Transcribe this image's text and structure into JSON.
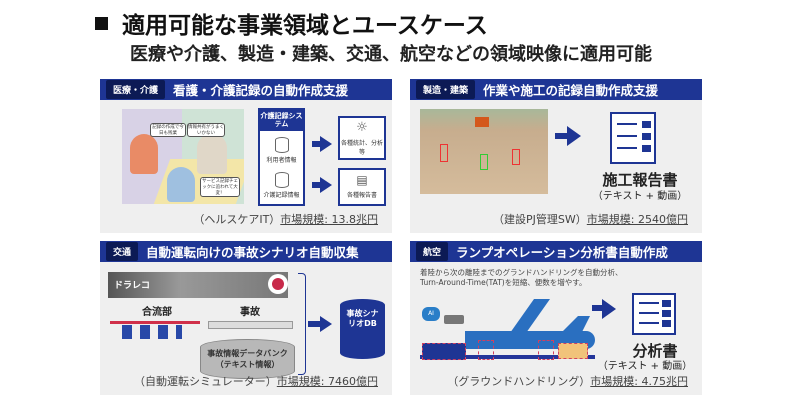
{
  "title": "適用可能な事業領域とユースケース",
  "subtitle": "医療や介護、製造・建築、交通、航空などの領域映像に適用可能",
  "panels": {
    "medical": {
      "tag": "医療・介護",
      "heading": "看護・介護記録の自動作成支援",
      "system_title": "介護記録システム",
      "db1": "利用者情報",
      "db2": "介護記録情報",
      "out1": "各種統計、分析等",
      "out2": "各種報告書",
      "bubble1": "記録の作成で今日も残業",
      "bubble2": "情報共有がうまくいかない",
      "bubble3": "サービス記録チェックに追われて大変！",
      "market_prefix": "（ヘルスケアIT）",
      "market": "市場規模: 13.8兆円"
    },
    "construction": {
      "tag": "製造・建築",
      "heading": "作業や施工の記録自動作成支援",
      "doc_title": "施工報告書",
      "doc_sub": "（テキスト + 動画）",
      "market_prefix": "（建設PJ管理SW）",
      "market": "市場規模: 2540億円"
    },
    "traffic": {
      "tag": "交通",
      "heading": "自動運転向けの事故シナリオ自動収集",
      "dashcam": "ドラレコ",
      "merge": "合流部",
      "accident": "事故",
      "bank1": "事故情報データバンク",
      "bank2": "（テキスト情報）",
      "db": "事故シナリオDB",
      "market_prefix": "（自動運転シミュレーター）",
      "market": "市場規模: 7460億円"
    },
    "aviation": {
      "tag": "航空",
      "heading": "ランプオペレーション分析書自動作成",
      "desc1": "着陸から次の離陸までのグランドハンドリングを自動分析、",
      "desc2": "Turn-Around-Time(TAT)を短縮、便数を増やす。",
      "ai": "AI",
      "doc_title": "分析書",
      "doc_sub": "（テキスト + 動画）",
      "market_prefix": "（グラウンドハンドリング）",
      "market": "市場規模: 4.75兆円"
    }
  }
}
